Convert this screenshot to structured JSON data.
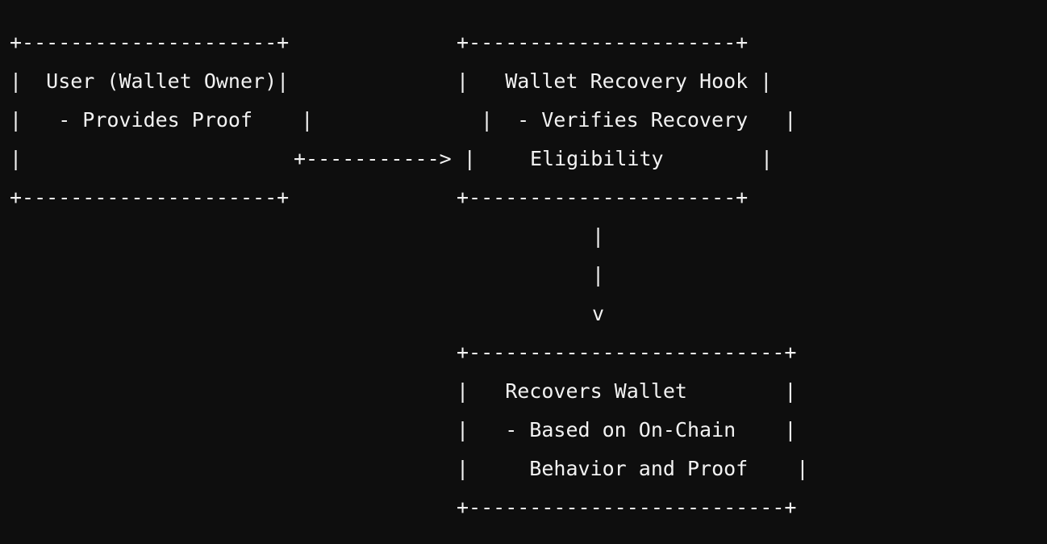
{
  "diagram": {
    "user_box": {
      "top_border": "+---------------------+",
      "line1": "|  User (Wallet Owner)|",
      "line2": "|   - Provides Proof    |",
      "line3_left": "|",
      "bottom_border": "+---------------------+"
    },
    "arrow_to_hook": "+-----------> |",
    "hook_box": {
      "top_border": "+----------------------+",
      "line1": "|   Wallet Recovery Hook |",
      "line2": "|  - Verifies Recovery   |",
      "line3": "Eligibility        |",
      "bottom_border": "+----------------------+"
    },
    "down_arrow": {
      "stem1": "|",
      "stem2": "|",
      "head": "v"
    },
    "recover_box": {
      "top_border": "+--------------------------+",
      "line1": "|   Recovers Wallet        |",
      "line2": "|   - Based on On-Chain    |",
      "line3": "|     Behavior and Proof    |",
      "bottom_border": "+--------------------------+"
    }
  }
}
